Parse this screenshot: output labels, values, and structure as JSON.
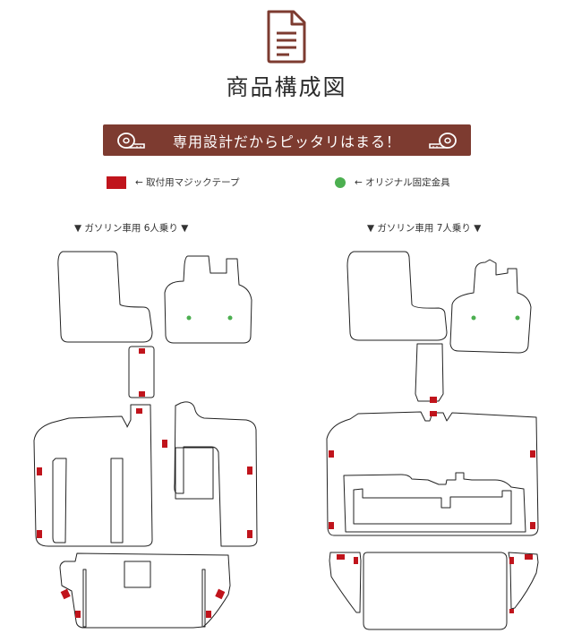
{
  "header": {
    "icon": "document-icon",
    "title": "商品構成図"
  },
  "banner": {
    "text": "専用設計だからピッタリはまる！",
    "left_icon": "tape-measure-icon",
    "right_icon": "tape-measure-icon",
    "color": "#7d3b30"
  },
  "legend": {
    "tape_label": "← 取付用マジックテープ",
    "tape_color": "#c0141c",
    "metal_label": "← オリジナル固定金具",
    "metal_color": "#4caf50"
  },
  "variants": [
    {
      "label": "▼ ガソリン車用 6人乗り ▼"
    },
    {
      "label": "▼ ガソリン車用 7人乗り ▼"
    }
  ]
}
